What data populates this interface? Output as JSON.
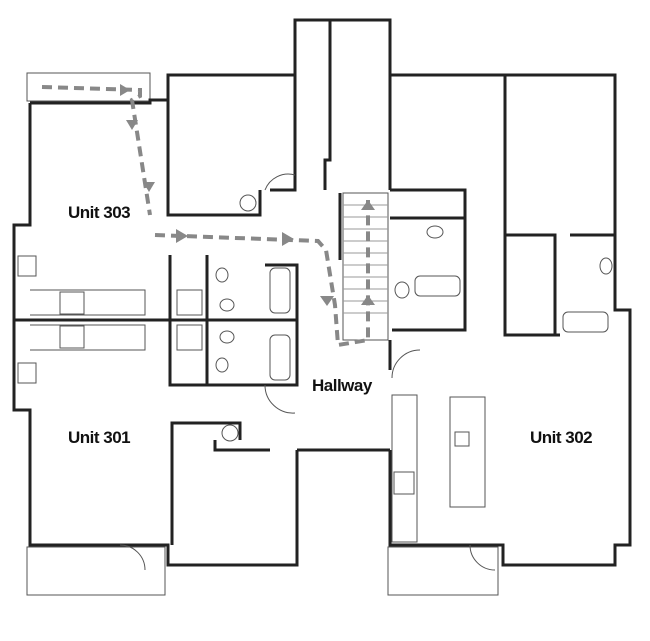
{
  "labels": {
    "unit_303": "Unit 303",
    "unit_301": "Unit 301",
    "unit_302": "Unit 302",
    "hallway": "Hallway"
  },
  "colors": {
    "walls": "#222222",
    "route": "#888888"
  }
}
